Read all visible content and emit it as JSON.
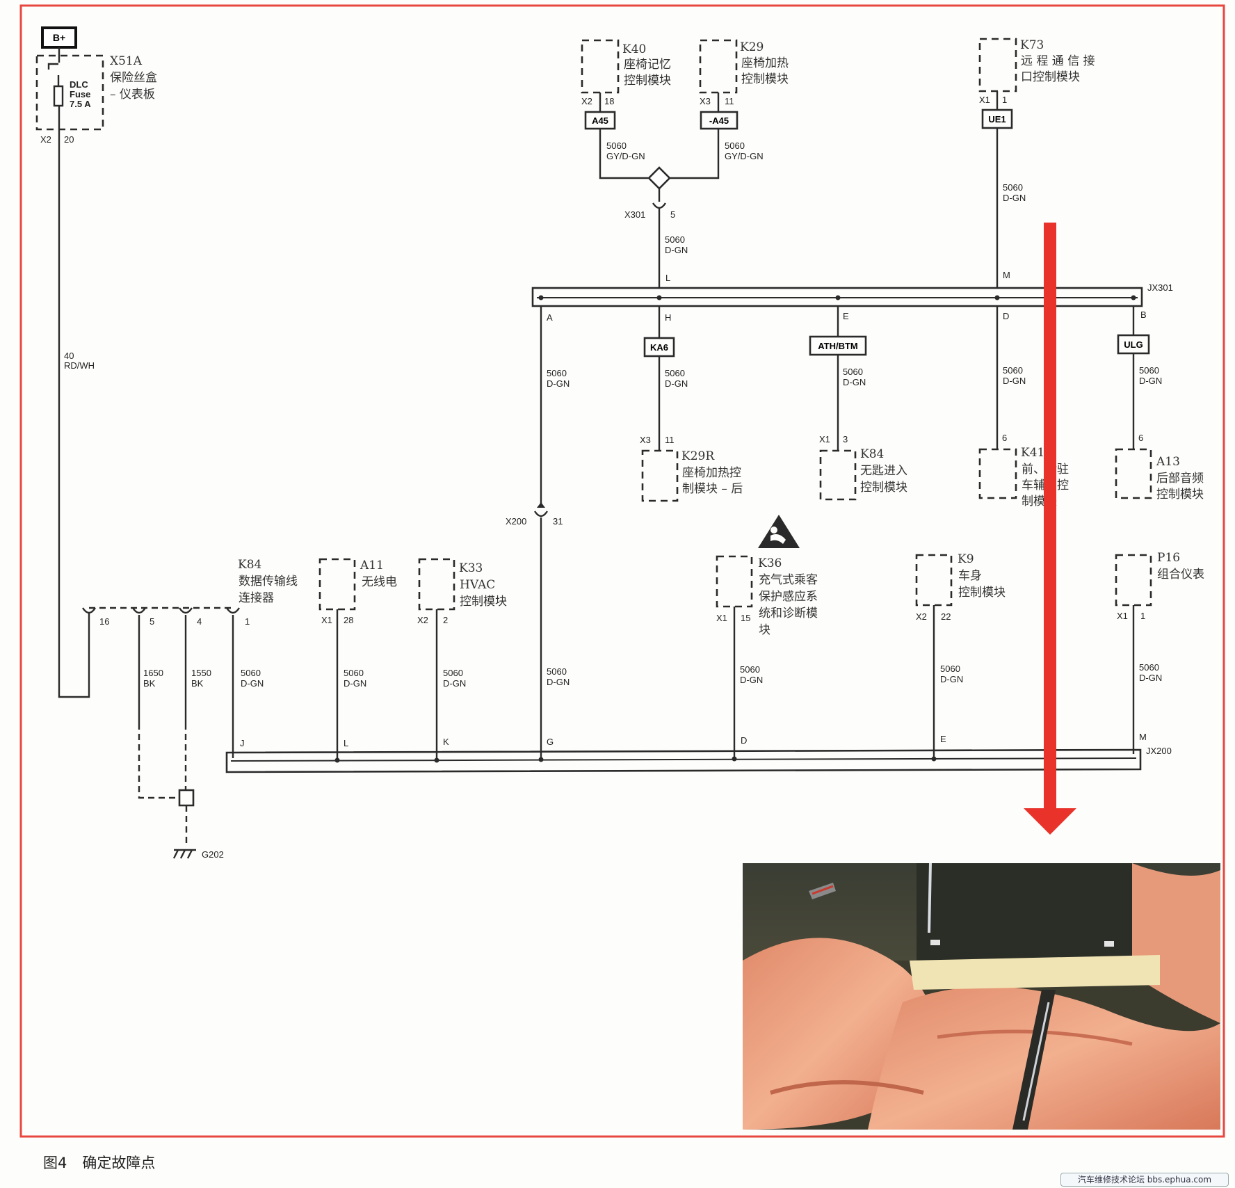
{
  "supply": {
    "label": "B+"
  },
  "fuse_box": {
    "ref": "X51A",
    "name_line1": "保险丝盒",
    "name_line2": "– 仪表板",
    "fuse_line1": "DLC",
    "fuse_line2": "Fuse",
    "fuse_line3": "7.5 A",
    "conn": "X2",
    "pin": "20"
  },
  "power_wire": {
    "circuit": "40",
    "color": "RD/WH"
  },
  "top_modules": [
    {
      "ref": "K40",
      "line1": "座椅记忆",
      "line2": "控制模块",
      "conn": "X2",
      "pin": "18",
      "inline": "A45",
      "circuit": "5060",
      "color": "GY/D-GN"
    },
    {
      "ref": "K29",
      "line1": "座椅加热",
      "line2": "控制模块",
      "conn": "X3",
      "pin": "11",
      "inline": "-A45",
      "circuit": "5060",
      "color": "GY/D-GN"
    },
    {
      "ref": "K73",
      "line1": "远 程 通 信 接",
      "line2": "口控制模块",
      "conn": "X1",
      "pin": "1",
      "inline": "UE1",
      "circuit": "5060",
      "color": "D-GN"
    }
  ],
  "x301": {
    "conn": "X301",
    "pin": "5",
    "circuit": "5060",
    "color": "D-GN"
  },
  "jx301": {
    "name": "JX301",
    "pins": {
      "L": "L",
      "M": "M",
      "A": "A",
      "H": "H",
      "E": "E",
      "D": "D",
      "B": "B"
    }
  },
  "mid_modules": [
    {
      "ref": "K29R",
      "line1": "座椅加热控",
      "line2": "制模块 – 后",
      "conn": "X3",
      "pin": "11",
      "inline": "KA6",
      "circuit": "5060",
      "color": "D-GN"
    },
    {
      "ref": "K84",
      "line1": "无匙进入",
      "line2": "控制模块",
      "conn": "X1",
      "pin": "3",
      "inline": "ATH/BTM",
      "circuit": "5060",
      "color": "D-GN"
    },
    {
      "ref": "K41",
      "line1": "前、后驻",
      "line2": "车辅助控",
      "line3": "制模块",
      "conn": "",
      "pin": "6",
      "inline": "",
      "circuit": "5060",
      "color": "D-GN"
    },
    {
      "ref": "A13",
      "line1": "后部音频",
      "line2": "控制模块",
      "conn": "",
      "pin": "6",
      "inline": "ULG",
      "circuit": "5060",
      "color": "D-GN"
    }
  ],
  "x200": {
    "conn": "X200",
    "pin": "31",
    "circuit_a": "5060",
    "color_a": "D-GN"
  },
  "dlc": {
    "ref": "K84",
    "line1": "数据传输线",
    "line2": "连接器",
    "pins": [
      "16",
      "5",
      "4",
      "1"
    ]
  },
  "grounds": [
    {
      "circuit": "1650",
      "color": "BK"
    },
    {
      "circuit": "1550",
      "color": "BK"
    }
  ],
  "ground_label": "G202",
  "bottom_modules": [
    {
      "ref": "A11",
      "line1": "无线电",
      "line2": "",
      "conn": "X1",
      "pin": "28"
    },
    {
      "ref": "K33",
      "line1": "HVAC",
      "line2": "控制模块",
      "conn": "X2",
      "pin": "2"
    },
    {
      "ref": "K36",
      "line1": "充气式乘客",
      "line2": "保护感应系",
      "line3": "统和诊断模",
      "line4": "块",
      "conn": "X1",
      "pin": "15"
    },
    {
      "ref": "K9",
      "line1": "车身",
      "line2": "控制模块",
      "conn": "X2",
      "pin": "22"
    },
    {
      "ref": "P16",
      "line1": "组合仪表",
      "line2": "",
      "conn": "X1",
      "pin": "1"
    }
  ],
  "bottom_wire": {
    "circuit": "5060",
    "color": "D-GN"
  },
  "jx200": {
    "name": "JX200",
    "pins": {
      "J": "J",
      "L": "L",
      "K": "K",
      "G": "G",
      "D": "D",
      "E": "E",
      "M": "M"
    }
  },
  "caption": {
    "figure": "图4",
    "title": "确定故障点"
  },
  "watermark": "汽车维修技术论坛 bbs.ephua.com",
  "colors": {
    "frame": "#e8473f",
    "arrow": "#e8322a",
    "ink": "#2a2a2a"
  }
}
